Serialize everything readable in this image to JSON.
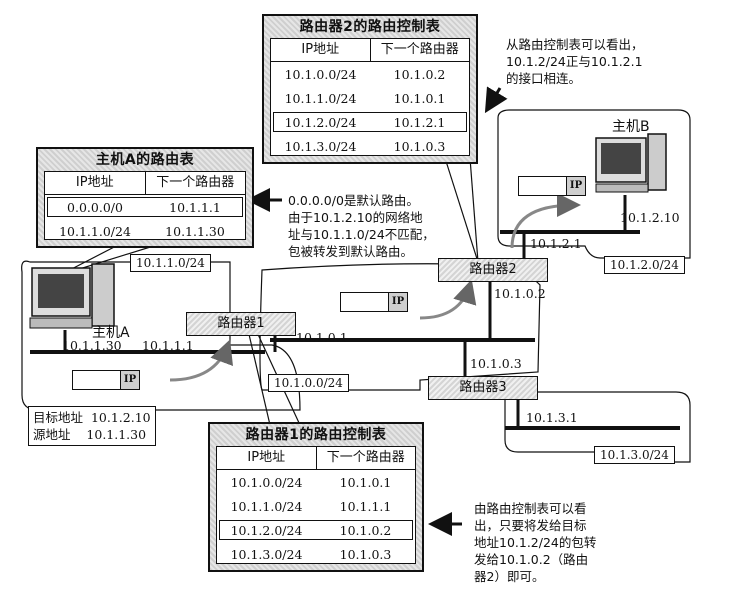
{
  "host_a_table": {
    "title": "主机A的路由表",
    "col_ip": "IP地址",
    "col_next": "下一个路由器",
    "rows": [
      {
        "ip": "0.0.0.0/0",
        "next": "10.1.1.1"
      },
      {
        "ip": "10.1.1.0/24",
        "next": "10.1.1.30"
      }
    ]
  },
  "router1_table": {
    "title": "路由器1的路由控制表",
    "col_ip": "IP地址",
    "col_next": "下一个路由器",
    "rows": [
      {
        "ip": "10.1.0.0/24",
        "next": "10.1.0.1"
      },
      {
        "ip": "10.1.1.0/24",
        "next": "10.1.1.1"
      },
      {
        "ip": "10.1.2.0/24",
        "next": "10.1.0.2"
      },
      {
        "ip": "10.1.3.0/24",
        "next": "10.1.0.3"
      }
    ]
  },
  "router2_table": {
    "title": "路由器2的路由控制表",
    "col_ip": "IP地址",
    "col_next": "下一个路由器",
    "rows": [
      {
        "ip": "10.1.0.0/24",
        "next": "10.1.0.2"
      },
      {
        "ip": "10.1.1.0/24",
        "next": "10.1.0.1"
      },
      {
        "ip": "10.1.2.0/24",
        "next": "10.1.2.1"
      },
      {
        "ip": "10.1.3.0/24",
        "next": "10.1.0.3"
      }
    ]
  },
  "notes": {
    "router2": [
      "从路由控制表可以看出，",
      "10.1.2/24正与10.1.2.1",
      "的接口相连。"
    ],
    "host_a": [
      "0.0.0.0/0是默认路由。",
      "由于10.1.2.10的网络地",
      "址与10.1.1.0/24不匹配，",
      "包被转发到默认路由。"
    ],
    "router1": [
      "由路由控制表可以看",
      "出，只要将发给目标",
      "地址10.1.2/24的包转",
      "发给10.1.0.2（路由",
      "器2）即可。"
    ]
  },
  "routers": {
    "r1": "路由器1",
    "r2": "路由器2",
    "r3": "路由器3"
  },
  "hosts": {
    "a": "主机A",
    "b": "主机B"
  },
  "networks": {
    "n1": "10.1.1.0/24",
    "n0": "10.1.0.0/24",
    "n2": "10.1.2.0/24",
    "n3": "10.1.3.0/24"
  },
  "addresses": {
    "host_a": "10.1.1.30",
    "r1_net1": "10.1.1.1",
    "r1_net0": "10.1.0.1",
    "r2_net0": "10.1.0.2",
    "r2_net2": "10.1.2.1",
    "host_b": "10.1.2.10",
    "r3_net0": "10.1.0.3",
    "r3_net3": "10.1.3.1"
  },
  "packet": {
    "ip_tag": "IP",
    "dst_label": "目标地址",
    "dst_value": "10.1.2.10",
    "src_label": "源地址",
    "src_value": "10.1.1.30"
  }
}
